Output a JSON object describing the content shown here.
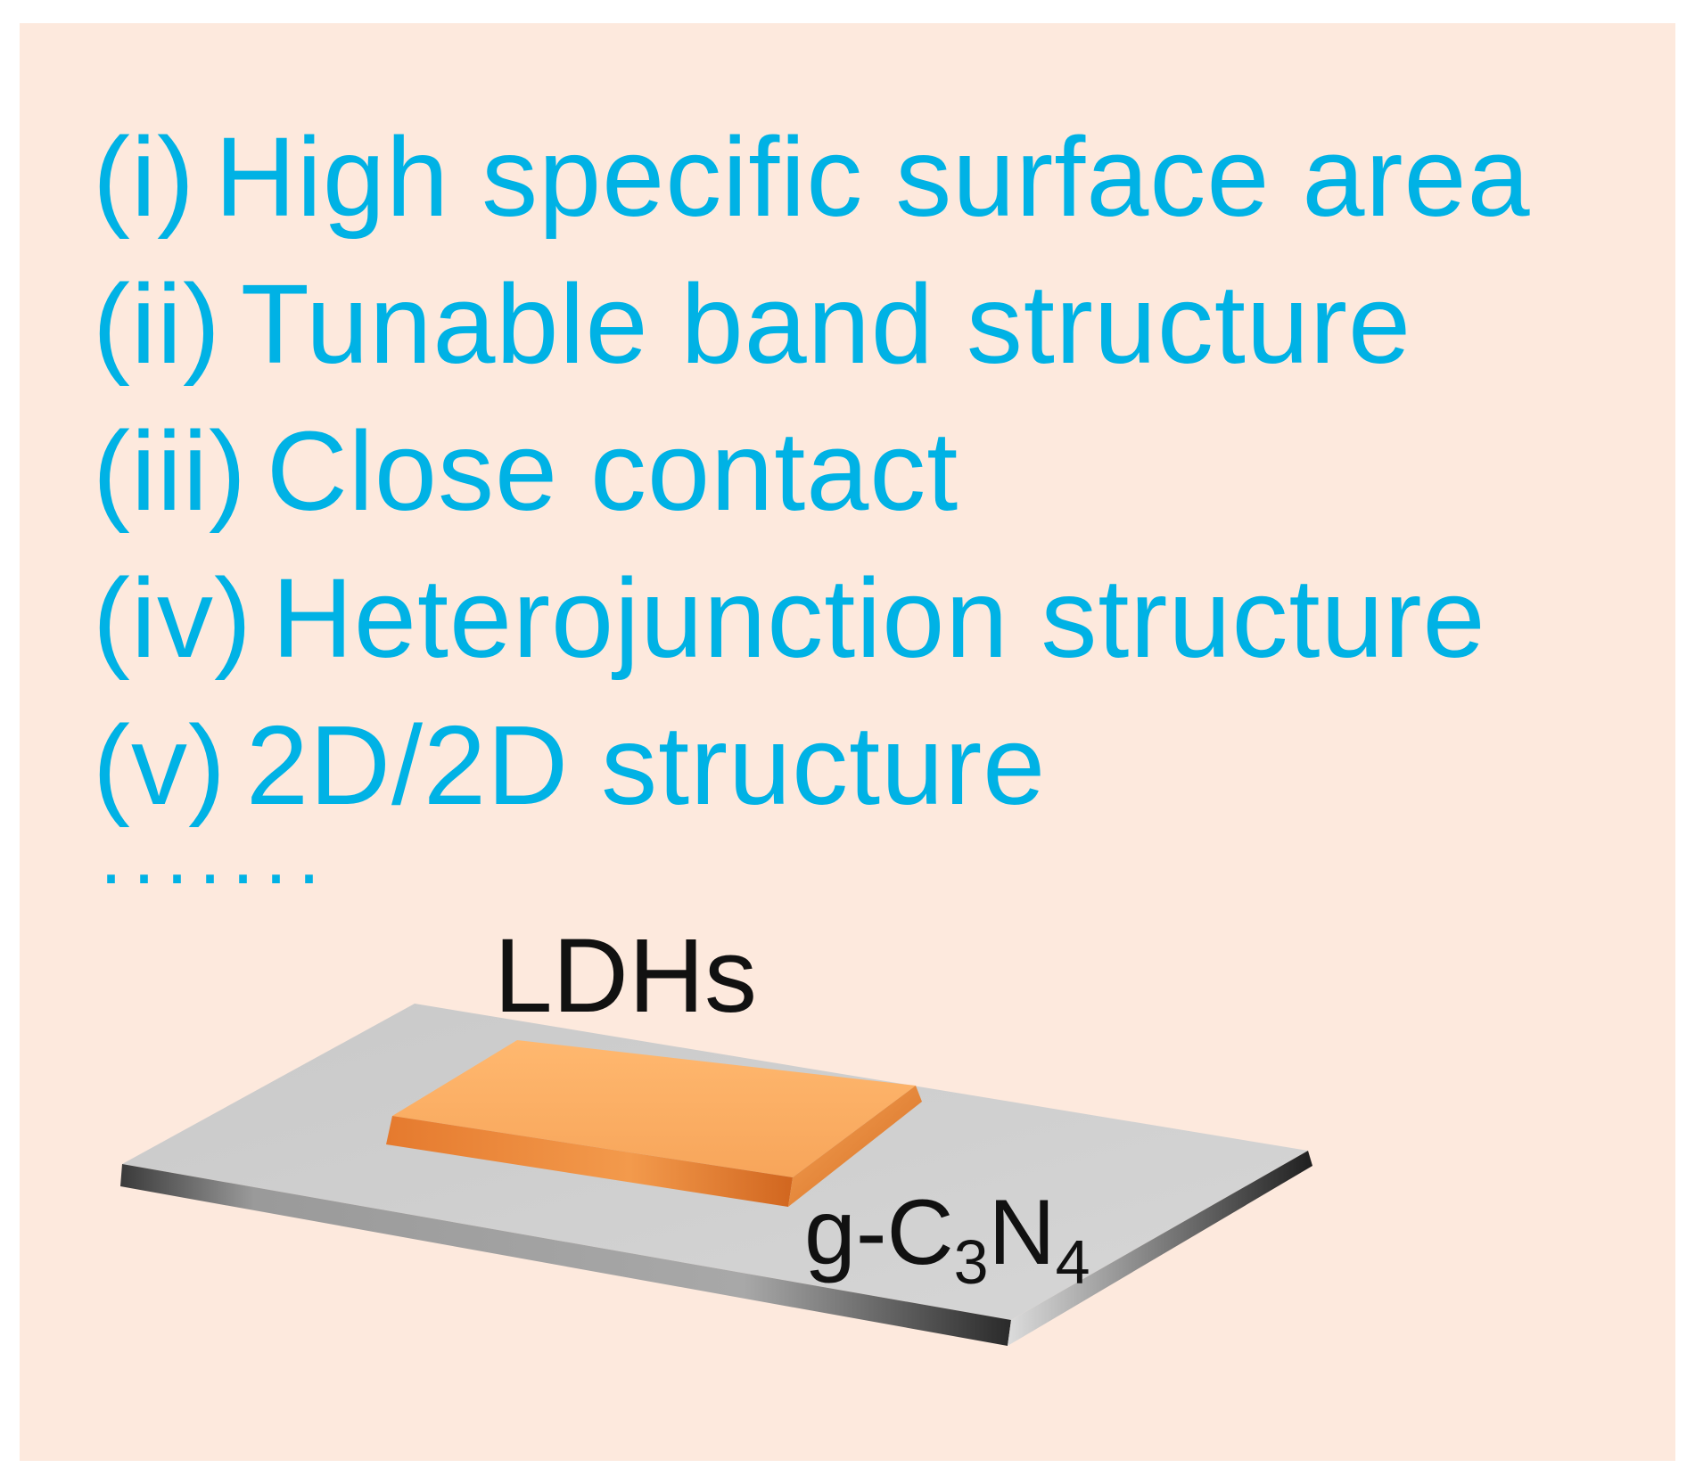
{
  "features": [
    {
      "marker": "(i)",
      "text": "High specific surface area"
    },
    {
      "marker": "(ii)",
      "text": "Tunable band structure"
    },
    {
      "marker": "(iii)",
      "text": "Close contact"
    },
    {
      "marker": "(iv)",
      "text": "Heterojunction structure"
    },
    {
      "marker": "(v)",
      "text": "2D/2D structure"
    }
  ],
  "ellipsis": ".......",
  "labels": {
    "ldh": "LDHs",
    "gcn_prefix": "g-C",
    "gcn_sub1": "3",
    "gcn_mid": "N",
    "gcn_sub2": "4"
  },
  "colors": {
    "background": "#fde9dd",
    "text_accent": "#00b2e5",
    "ldh_sheet": "#f6a05a",
    "gcn_sheet": "#cfcfcf"
  }
}
